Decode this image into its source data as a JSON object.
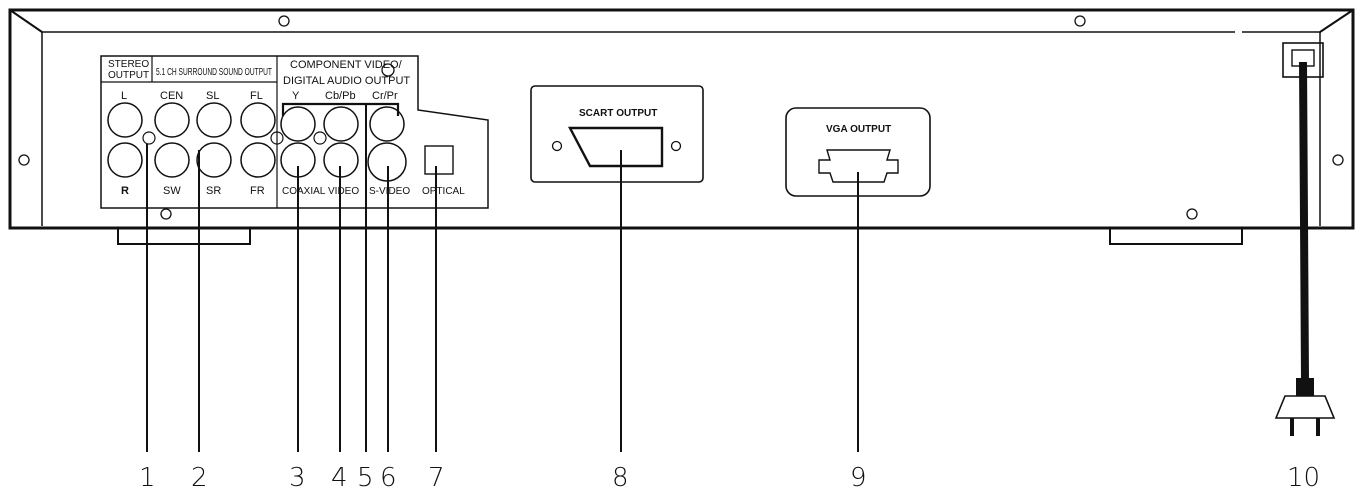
{
  "labels": {
    "stereo_output_1": "STEREO",
    "stereo_output_2": "OUTPUT",
    "surround_title": "5.1 CH SURROUND SOUND OUTPUT",
    "component_title_1": "COMPONENT VIDEO/",
    "component_title_2": "DIGITAL AUDIO OUTPUT",
    "l": "L",
    "cen": "CEN",
    "sl": "SL",
    "fl": "FL",
    "y": "Y",
    "cb_pb": "Cb/Pb",
    "cr_pr": "Cr/Pr",
    "r": "R",
    "sw": "SW",
    "sr": "SR",
    "fr": "FR",
    "coaxial": "COAXIAL",
    "video": "VIDEO",
    "s_video": "S-VIDEO",
    "optical": "OPTICAL",
    "scart_output": "SCART OUTPUT",
    "vga_output": "VGA OUTPUT"
  },
  "callouts": [
    "1",
    "2",
    "3",
    "4",
    "5",
    "6",
    "7",
    "8",
    "9",
    "10"
  ]
}
